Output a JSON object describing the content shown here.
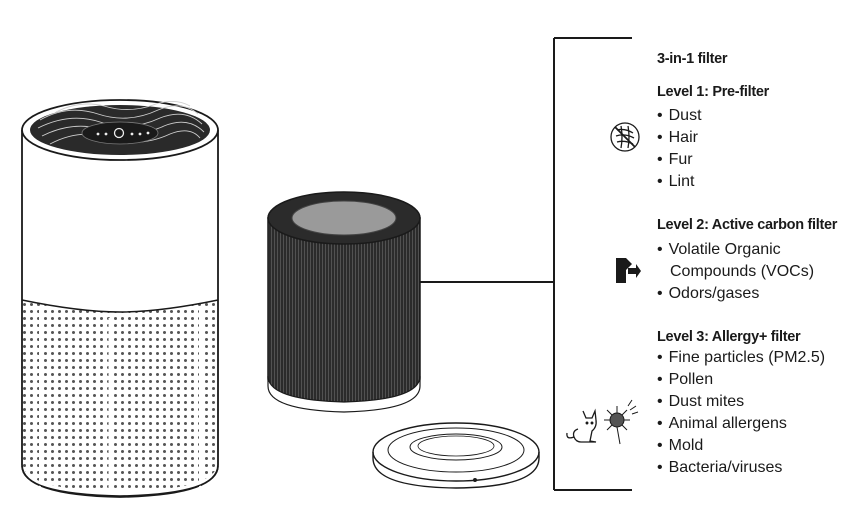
{
  "panel": {
    "title": "3-in-1 filter",
    "levels": [
      {
        "heading": "Level 1: Pre-filter",
        "icon": "no-hair-icon",
        "items": [
          "Dust",
          "Hair",
          "Fur",
          "Lint"
        ]
      },
      {
        "heading": "Level 2: Active carbon filter",
        "icon": "gas-arrow-icon",
        "items": [
          "Volatile Organic",
          "Compounds (VOCs)",
          "Odors/gases"
        ]
      },
      {
        "heading": "Level 3: Allergy+ filter",
        "icons": [
          "cat-icon",
          "dandelion-icon"
        ],
        "items": [
          "Fine particles (PM2.5)",
          "Pollen",
          "Dust mites",
          "Animal allergens",
          "Mold",
          "Bacteria/viruses"
        ]
      }
    ]
  },
  "colors": {
    "line": "#1a1a1a",
    "filter_body": "#2b2b2b",
    "grey": "#9a9a9a"
  }
}
